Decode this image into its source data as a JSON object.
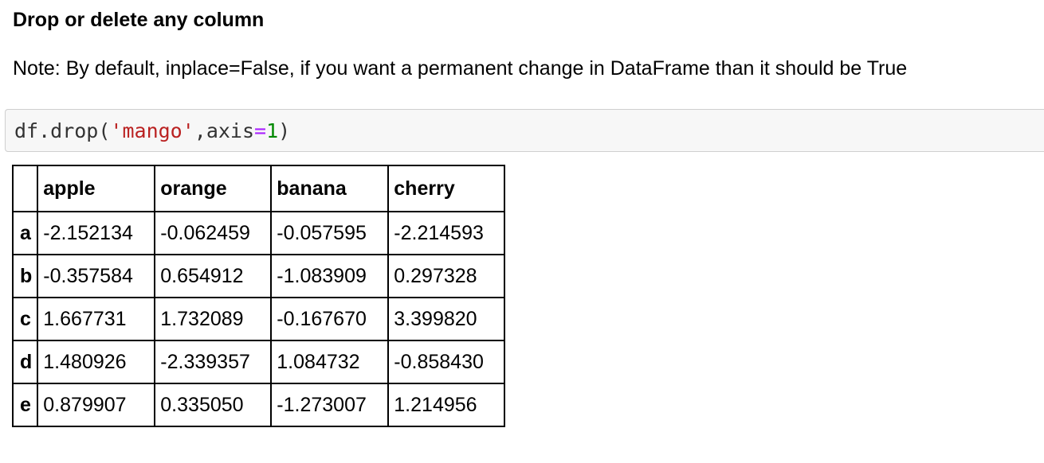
{
  "section": {
    "heading": "Drop or delete any column",
    "note": "Note: By default, inplace=False, if you want a permanent change in DataFrame than it should be True"
  },
  "code_cell": {
    "tokens": {
      "call_prefix": "df.drop(",
      "string_arg": "'mango'",
      "separator": ",axis",
      "equals": "=",
      "number": "1",
      "close_paren": ")"
    }
  },
  "output_table": {
    "index_header": "",
    "columns": [
      "apple",
      "orange",
      "banana",
      "cherry"
    ],
    "rows": [
      {
        "index": "a",
        "values": [
          "-2.152134",
          "-0.062459",
          "-0.057595",
          "-2.214593"
        ]
      },
      {
        "index": "b",
        "values": [
          "-0.357584",
          "0.654912",
          "-1.083909",
          "0.297328"
        ]
      },
      {
        "index": "c",
        "values": [
          "1.667731",
          "1.732089",
          "-0.167670",
          "3.399820"
        ]
      },
      {
        "index": "d",
        "values": [
          "1.480926",
          "-2.339357",
          "1.084732",
          "-0.858430"
        ]
      },
      {
        "index": "e",
        "values": [
          "0.879907",
          "0.335050",
          "-1.273007",
          "1.214956"
        ]
      }
    ]
  },
  "colors": {
    "code_background": "#f7f7f7",
    "code_border": "#cfcfcf",
    "string_literal": "#ba2121",
    "number_literal": "#008800",
    "operator": "#aa22ff",
    "table_border": "#000000"
  }
}
